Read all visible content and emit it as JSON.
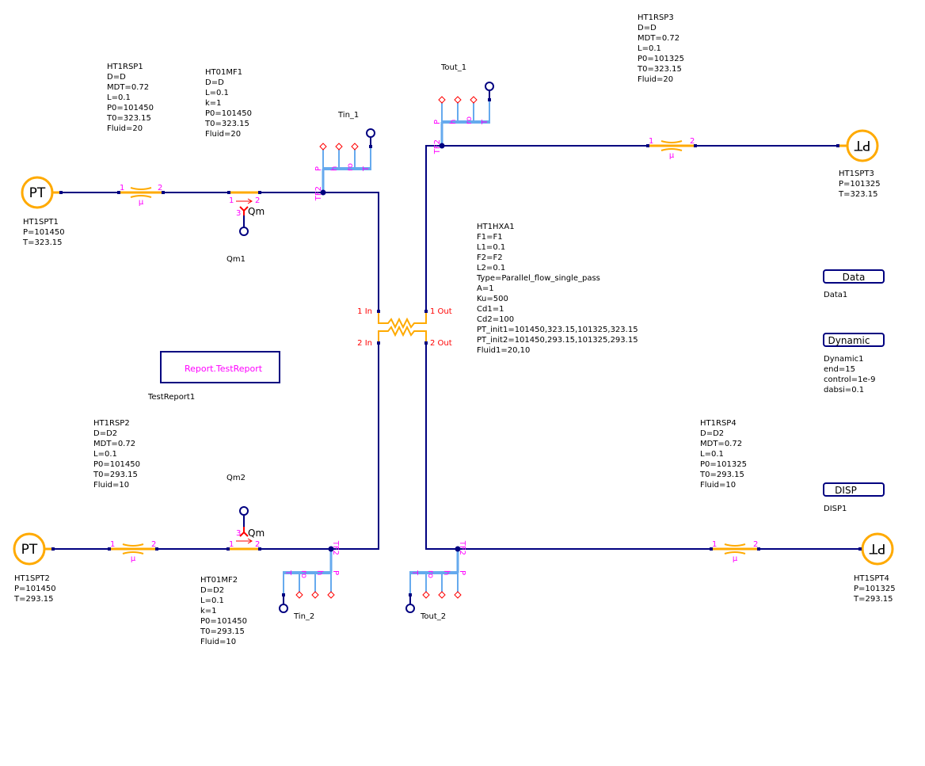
{
  "components": {
    "spt1": {
      "name": "HT1SPT1",
      "symbol": "PT",
      "params": [
        "P=101450",
        "T=323.15"
      ]
    },
    "spt2": {
      "name": "HT1SPT2",
      "symbol": "PT",
      "params": [
        "P=101450",
        "T=293.15"
      ]
    },
    "spt3": {
      "name": "HT1SPT3",
      "symbol": "PT",
      "params": [
        "P=101325",
        "T=323.15"
      ]
    },
    "spt4": {
      "name": "HT1SPT4",
      "symbol": "PT",
      "params": [
        "P=101325",
        "T=293.15"
      ]
    },
    "rsp1": {
      "name": "HT1RSP1",
      "params": [
        "D=D",
        "MDT=0.72",
        "L=0.1",
        "P0=101450",
        "T0=323.15",
        "Fluid=20"
      ]
    },
    "rsp2": {
      "name": "HT1RSP2",
      "params": [
        "D=D2",
        "MDT=0.72",
        "L=0.1",
        "P0=101450",
        "T0=293.15",
        "Fluid=10"
      ]
    },
    "rsp3": {
      "name": "HT1RSP3",
      "params": [
        "D=D",
        "MDT=0.72",
        "L=0.1",
        "P0=101325",
        "T0=323.15",
        "Fluid=20"
      ]
    },
    "rsp4": {
      "name": "HT1RSP4",
      "params": [
        "D=D2",
        "MDT=0.72",
        "L=0.1",
        "P0=101325",
        "T0=293.15",
        "Fluid=10"
      ]
    },
    "mf1": {
      "name": "HT01MF1",
      "params": [
        "D=D",
        "L=0.1",
        "k=1",
        "P0=101450",
        "T0=323.15",
        "Fluid=20"
      ]
    },
    "mf2": {
      "name": "HT01MF2",
      "params": [
        "D=D2",
        "L=0.1",
        "k=1",
        "P0=101450",
        "T0=293.15",
        "Fluid=10"
      ]
    },
    "hxa1": {
      "name": "HT1HXA1",
      "params": [
        "F1=F1",
        "L1=0.1",
        "F2=F2",
        "L2=0.1",
        "Type=Parallel_flow_single_pass",
        "A=1",
        "Ku=500",
        "Cd1=1",
        "Cd2=100",
        "PT_init1=101450,323.15,101325,323.15",
        "PT_init2=101450,293.15,101325,293.15",
        "Fluid1=20,10"
      ],
      "ports": {
        "in1": "1 In",
        "in2": "2 In",
        "out1": "1 Out",
        "out2": "2 Out"
      }
    },
    "qm1": {
      "name": "Qm1"
    },
    "qm2": {
      "name": "Qm2"
    },
    "tin1": {
      "name": "Tin_1"
    },
    "tin2": {
      "name": "Tin_2"
    },
    "tout1": {
      "name": "Tout_1"
    },
    "tout2": {
      "name": "Tout_2"
    },
    "report": {
      "name": "TestReport1",
      "label": "Report.TestReport"
    },
    "data": {
      "name": "Data1",
      "label": "Data"
    },
    "dynamic": {
      "name": "Dynamic1",
      "label": "Dynamic",
      "params": [
        "end=15",
        "control=1e-9",
        "dabsi=0.1"
      ]
    },
    "disp": {
      "name": "DISP1",
      "label": "DISP"
    }
  },
  "pins": {
    "p1": "1",
    "p2": "2",
    "p3": "3",
    "mu": "μ",
    "qm": "Qm",
    "tf2": "TF2",
    "sensor": [
      "P",
      "h",
      "ro",
      "T"
    ]
  },
  "colors": {
    "wire": "#000080",
    "component": "#ffaa00",
    "sensor": "#66aaee",
    "pin_label": "#ff00ff",
    "port_label": "#ff0000"
  }
}
